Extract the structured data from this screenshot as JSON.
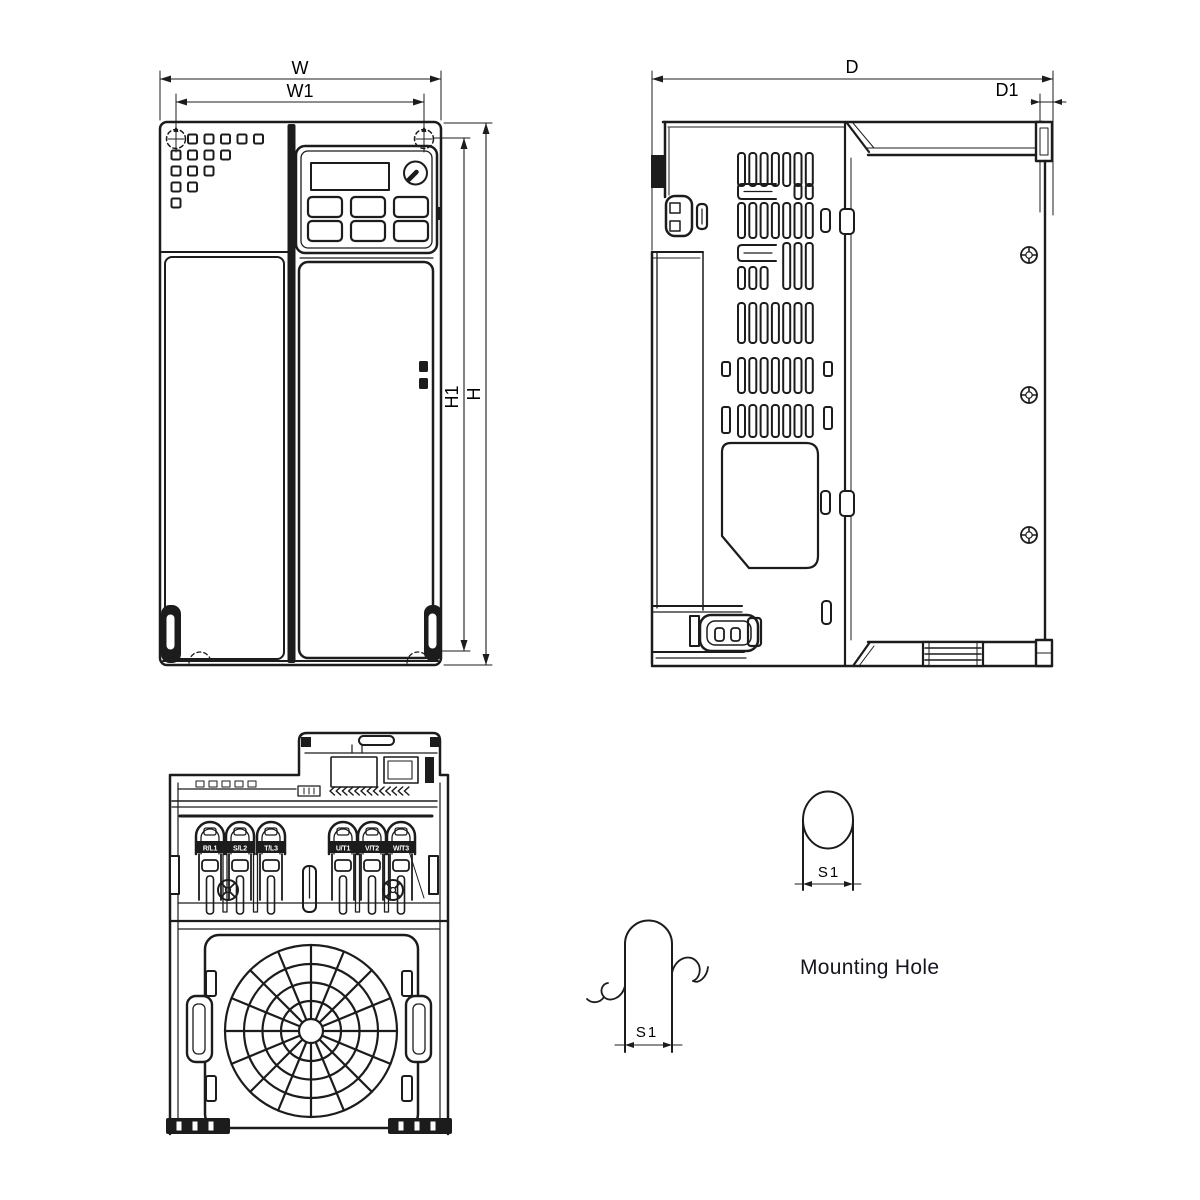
{
  "colors": {
    "line": "#1c1c1c",
    "label": "#000000",
    "caption": "#15151e",
    "background": "#ffffff"
  },
  "views": {
    "front": {
      "dim_w": "W",
      "dim_w1": "W1",
      "dim_h": "H",
      "dim_h1": "H1"
    },
    "side": {
      "dim_d": "D",
      "dim_d1": "D1"
    },
    "bottom": {
      "terminal_labels": [
        "R/L1",
        "S/L2",
        "T/L3",
        "U/T1",
        "V/T2",
        "W/T3"
      ]
    },
    "mounting": {
      "caption": "Mounting Hole",
      "dim_s1_circle": "S1",
      "dim_s1_keyhole": "S1"
    }
  }
}
